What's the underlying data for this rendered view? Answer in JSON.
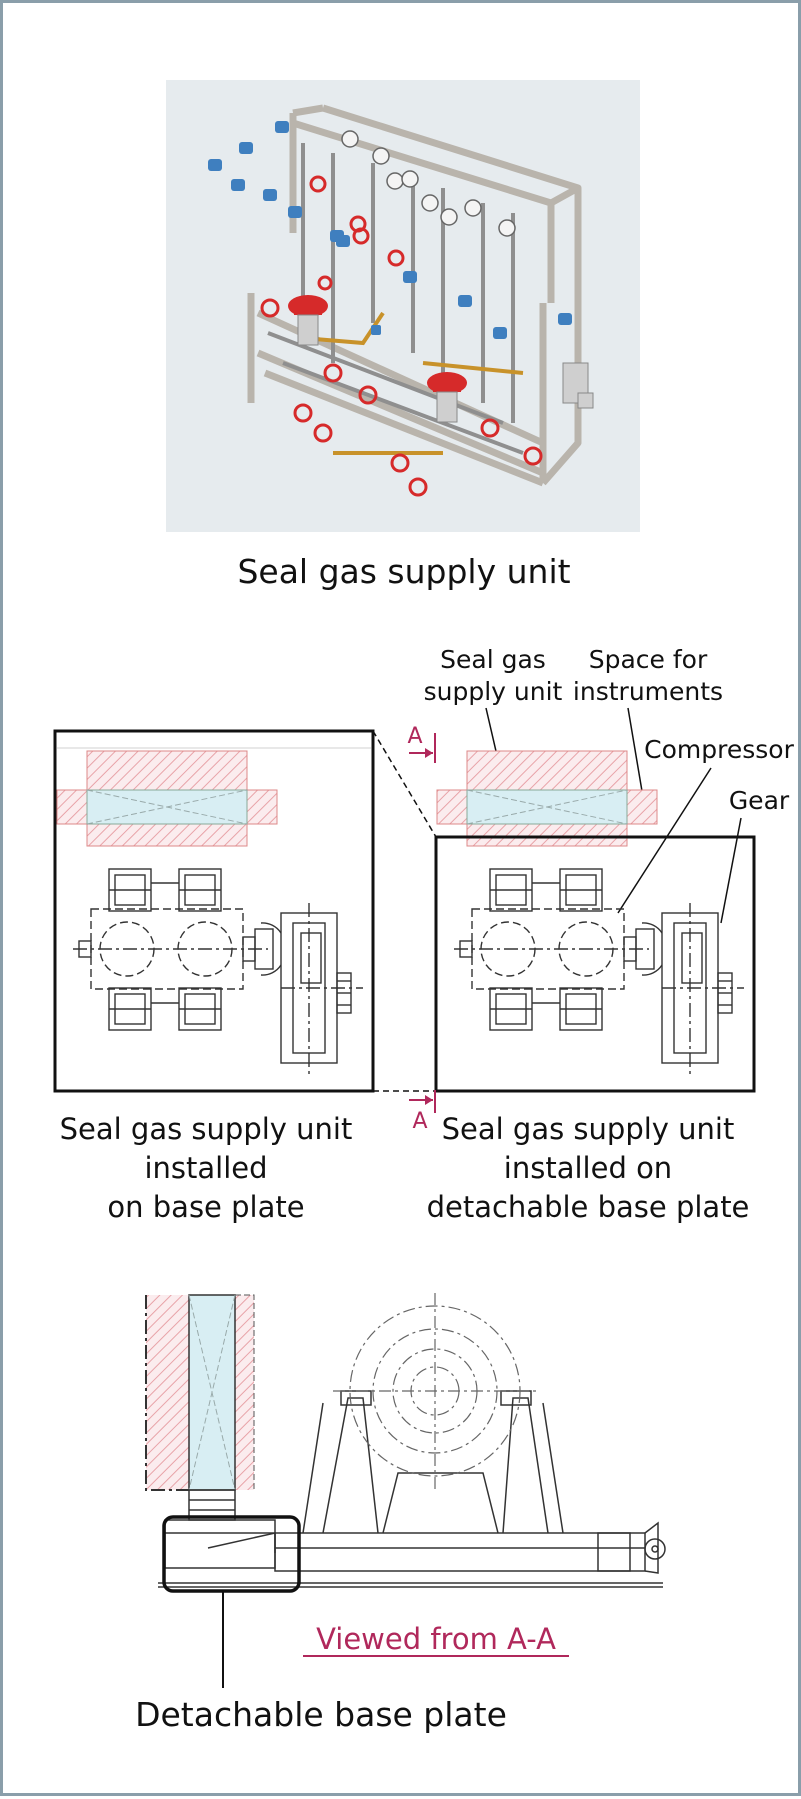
{
  "photo": {
    "caption": "Seal gas supply unit"
  },
  "plan": {
    "callouts": {
      "seal_gas_line1": "Seal gas",
      "seal_gas_line2": "supply unit",
      "space_line1": "Space for",
      "space_line2": "instruments",
      "compressor": "Compressor",
      "gear": "Gear"
    },
    "section_marker": "A",
    "left_caption": [
      "Seal gas supply unit",
      "installed",
      "on base plate"
    ],
    "right_caption": [
      "Seal gas supply unit",
      "installed on",
      "detachable base plate"
    ]
  },
  "section": {
    "view_label": "Viewed from A-A",
    "detachable_label": "Detachable base plate"
  },
  "colors": {
    "border": "#8a9eaa",
    "photo_bg": "#e6ebee",
    "hatch": "#e8a3a8",
    "unit_fill": "#d8eef3",
    "accent": "#b0285b",
    "valve_red": "#d62a2a",
    "instrument_blue": "#3f7fbf"
  }
}
